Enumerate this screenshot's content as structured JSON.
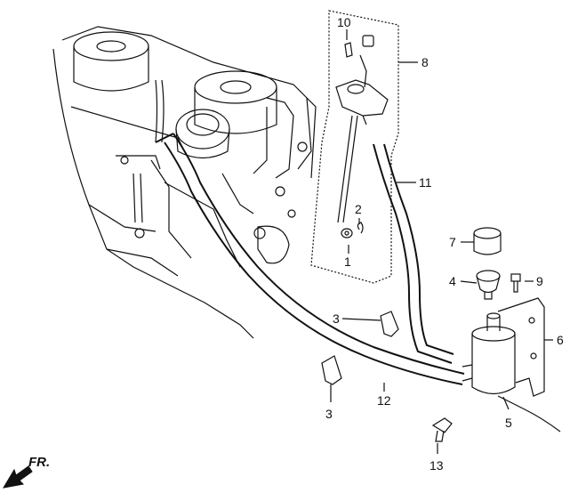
{
  "diagram": {
    "direction_label": "FR.",
    "callouts": {
      "c1": "1",
      "c2": "2",
      "c3a": "3",
      "c3b": "3",
      "c4": "4",
      "c5": "5",
      "c6": "6",
      "c7": "7",
      "c8": "8",
      "c9": "9",
      "c10": "10",
      "c11": "11",
      "c12": "12",
      "c13": "13"
    }
  }
}
